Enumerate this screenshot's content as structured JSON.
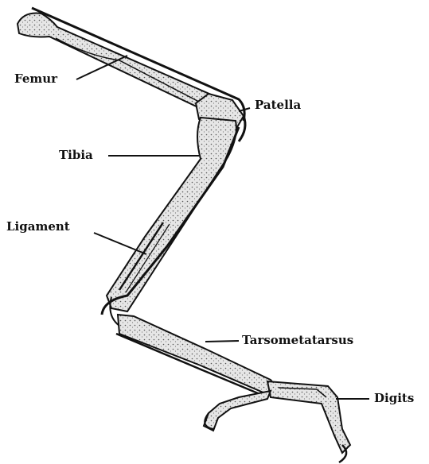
{
  "labels": {
    "femur": "Femur",
    "patella": "Patella",
    "tibia": "Tibia",
    "ligament": "Ligament",
    "tarsometatarsus": "Tarsometatarsus",
    "digits": "Digits"
  },
  "colors": {
    "ink": "#111111",
    "bone_fill": "#d9d9d9",
    "background": "#ffffff"
  }
}
